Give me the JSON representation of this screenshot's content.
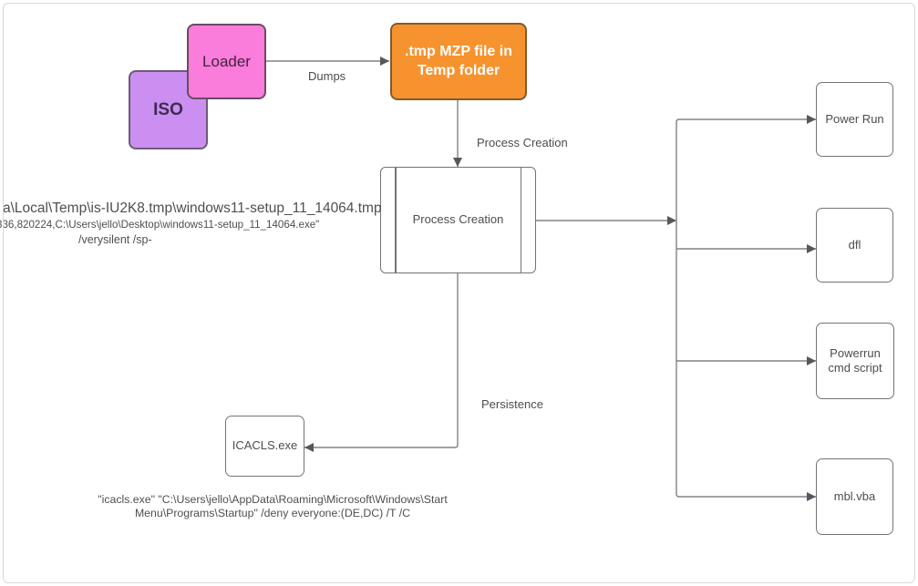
{
  "canvas": {
    "background": "#ffffff",
    "frame_color": "#d8d8d8"
  },
  "colors": {
    "line": "#7f8386",
    "arrowhead": "#54585c",
    "node_border": "#717478",
    "node_text": "#4d4d4d"
  },
  "nodes": {
    "iso": {
      "label": "ISO",
      "fill": "#cb8ff1",
      "border": "#6c5a78",
      "text_color": "#3f2a52"
    },
    "loader": {
      "label": "Loader",
      "fill": "#fa7cdb",
      "border": "#6a4c62",
      "text_color": "#442440"
    },
    "tmp_mzp": {
      "label": ".tmp MZP file in Temp folder",
      "fill": "#f6932f",
      "border": "#7e5c2e",
      "text_color": "#ffffff"
    },
    "process_creation": {
      "label": "Process Creation"
    },
    "icacls": {
      "label": "ICACLS.exe"
    },
    "power_run": {
      "label": "Power Run"
    },
    "dfl": {
      "label": "dfl"
    },
    "powerrun_cmd": {
      "label": "Powerrun cmd script"
    },
    "mbl_vba": {
      "label": "mbl.vba"
    }
  },
  "edge_labels": {
    "dumps": "Dumps",
    "process_creation": "Process Creation",
    "persistence": "Persistence"
  },
  "annotations": {
    "tmp_path": {
      "line1": "a\\Local\\Temp\\is-IU2K8.tmp\\windows11-setup_11_14064.tmp",
      "line2": "336,820224,C:\\Users\\jello\\Desktop\\windows11-setup_11_14064.exe\"",
      "line3": "/verysilent /sp-"
    },
    "icacls_cmd": {
      "line1": "\"icacls.exe\" \"C:\\Users\\jello\\AppData\\Roaming\\Microsoft\\Windows\\Start",
      "line2": "Menu\\Programs\\Startup\" /deny everyone:(DE,DC) /T /C"
    }
  }
}
